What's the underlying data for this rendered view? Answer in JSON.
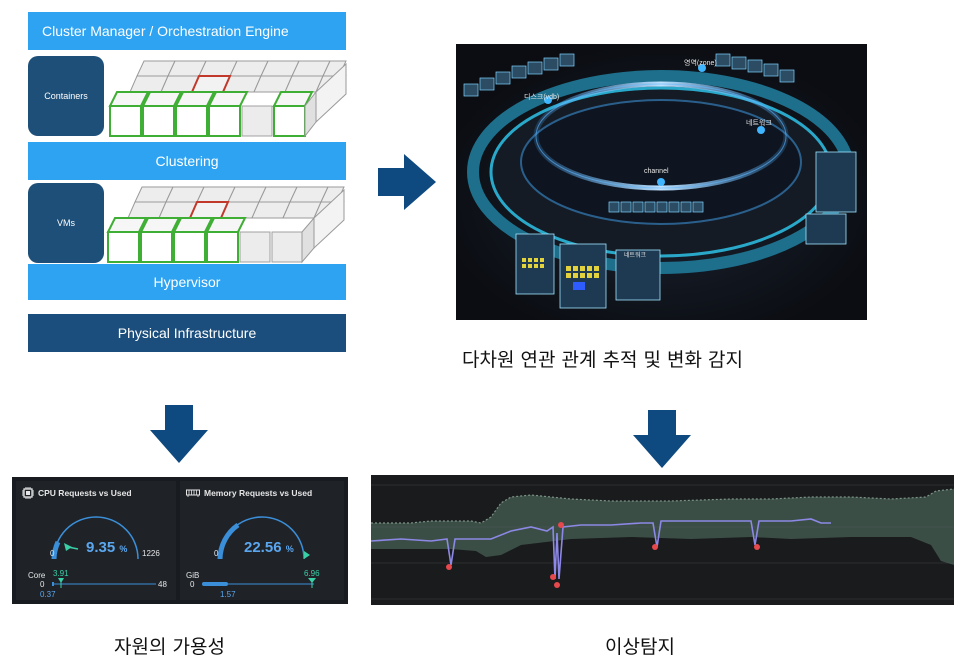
{
  "architecture": {
    "orchestration_label": "Cluster Manager / Orchestration Engine",
    "containers_label": "Containers",
    "clustering_label": "Clustering",
    "vms_label": "VMs",
    "hypervisor_label": "Hypervisor",
    "physical_label": "Physical Infrastructure"
  },
  "visualization_3d": {
    "node_labels": [
      "디스크(vdb)",
      "영역(zone)",
      "네트워크",
      "channel",
      "네트워크"
    ],
    "caption": "다차원 연관 관계 추적 및 변화 감지"
  },
  "resource_dashboard": {
    "cpu": {
      "title": "CPU Requests vs Used",
      "percent": "9.35",
      "percent_unit": "%",
      "min": "0",
      "max": "1226",
      "unit": "Core",
      "requests": "3.91",
      "bar_min": "0",
      "used": "0.37",
      "bar_max": "48"
    },
    "memory": {
      "title": "Memory Requests vs Used",
      "percent": "22.56",
      "percent_unit": "%",
      "min": "0",
      "unit": "GiB",
      "requests": "6.96",
      "bar_min": "0",
      "used": "1.57"
    },
    "caption": "자원의 가용성"
  },
  "anomaly": {
    "caption": "이상탐지"
  },
  "colors": {
    "light_blue": "#2ea3f2",
    "dark_blue": "#1b4e7c",
    "arrow_blue": "#0e4a80",
    "gauge_blue": "#3b8fd9",
    "metric_green": "#39d0a8",
    "anomaly_red": "#e5484d",
    "line_purple": "#8d88e6"
  }
}
